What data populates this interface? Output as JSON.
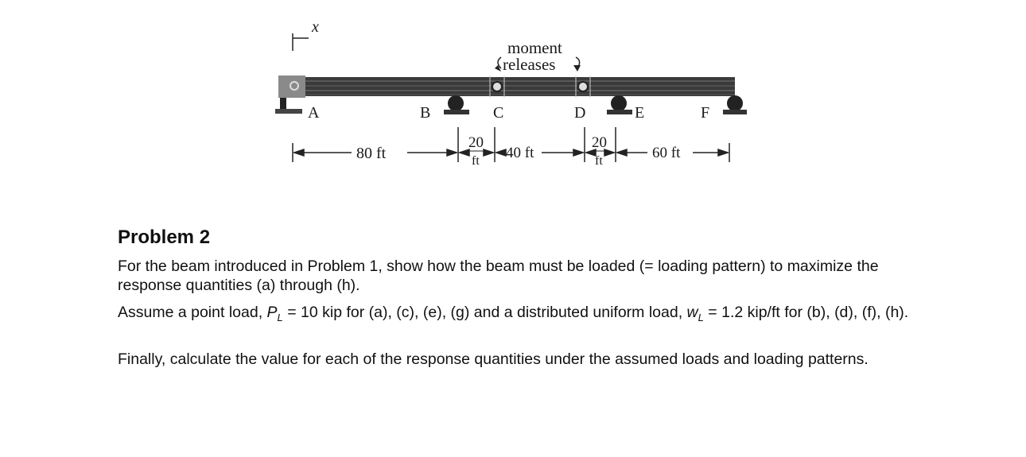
{
  "figure": {
    "axis_label": "x",
    "releases_line1": "moment",
    "releases_line2": "releases",
    "nodes": [
      "A",
      "B",
      "C",
      "D",
      "E",
      "F"
    ],
    "dimensions": {
      "d1": "80 ft",
      "d2_top": "20",
      "d2_bottom": "ft",
      "d3": "40 ft",
      "d4_top": "20",
      "d4_bottom": "ft",
      "d5": "60 ft"
    }
  },
  "problem": {
    "title": "Problem 2",
    "para1": "For the beam introduced in Problem 1, show how the beam must be loaded (= loading pattern) to maximize the response quantities (a) through (h).",
    "para2_a": "Assume a point load, ",
    "para2_P": "P",
    "para2_Psub": "L",
    "para2_b": " = 10 kip for (a), (c), (e), (g) and a distributed uniform load, ",
    "para2_w": "w",
    "para2_wsub": "L",
    "para2_c": " = 1.2 kip/ft for (b), (d), (f), (h).",
    "para3": "Finally, calculate the value for each of the response quantities under the assumed loads and loading patterns."
  }
}
